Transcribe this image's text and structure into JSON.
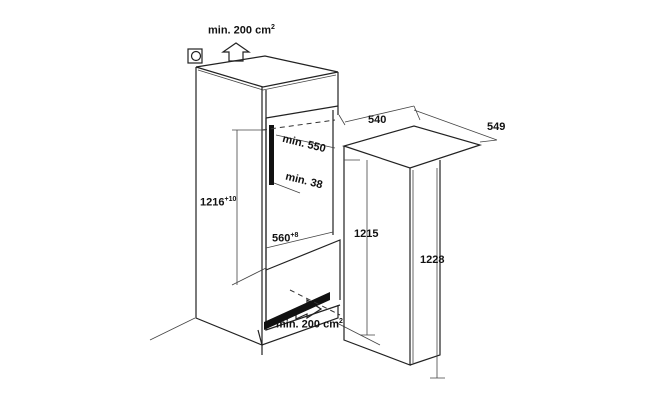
{
  "labels": {
    "vent_top": "min. 200 cm",
    "vent_top_sup": "2",
    "vent_bottom": "min. 200 cm",
    "vent_bottom_sup": "2",
    "niche_depth": "min. 550",
    "side_gap": "min. 38",
    "niche_height": "1216",
    "niche_height_tol": "+10",
    "niche_width": "560",
    "niche_width_tol": "+8",
    "appliance_depth": "540",
    "appliance_width": "549",
    "appliance_body_height": "1215",
    "appliance_total_height": "1228"
  }
}
